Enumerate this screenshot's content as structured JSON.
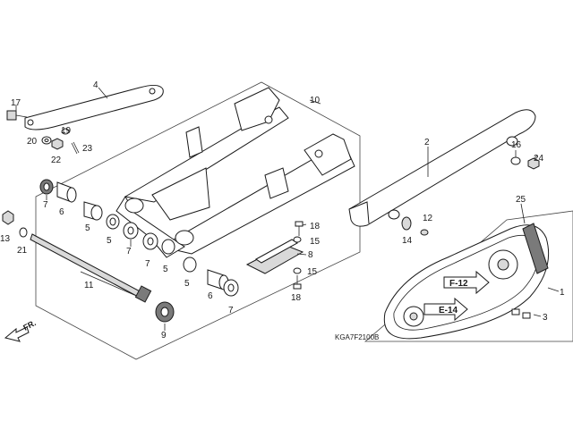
{
  "diagram_code": "KGA7F2100B",
  "direction_label": "FR.",
  "page_refs": {
    "f12": "F-12",
    "e14": "E-14"
  },
  "colors": {
    "line": "#1a1a1a",
    "shade": "#d9d9d9",
    "dark": "#7a7a7a",
    "background": "#ffffff"
  },
  "parts": {
    "p1": "1",
    "p2": "2",
    "p3": "3",
    "p4": "4",
    "p5a": "5",
    "p5b": "5",
    "p5c": "5",
    "p5d": "5",
    "p6a": "6",
    "p6b": "6",
    "p7a": "7",
    "p7b": "7",
    "p7c": "7",
    "p7d": "7",
    "p8": "8",
    "p9": "9",
    "p10": "10",
    "p11": "11",
    "p12": "12",
    "p13": "13",
    "p14": "14",
    "p15a": "15",
    "p15b": "15",
    "p16": "16",
    "p17": "17",
    "p18a": "18",
    "p18b": "18",
    "p19": "19",
    "p20": "20",
    "p21": "21",
    "p22": "22",
    "p23": "23",
    "p24": "24",
    "p25": "25"
  }
}
